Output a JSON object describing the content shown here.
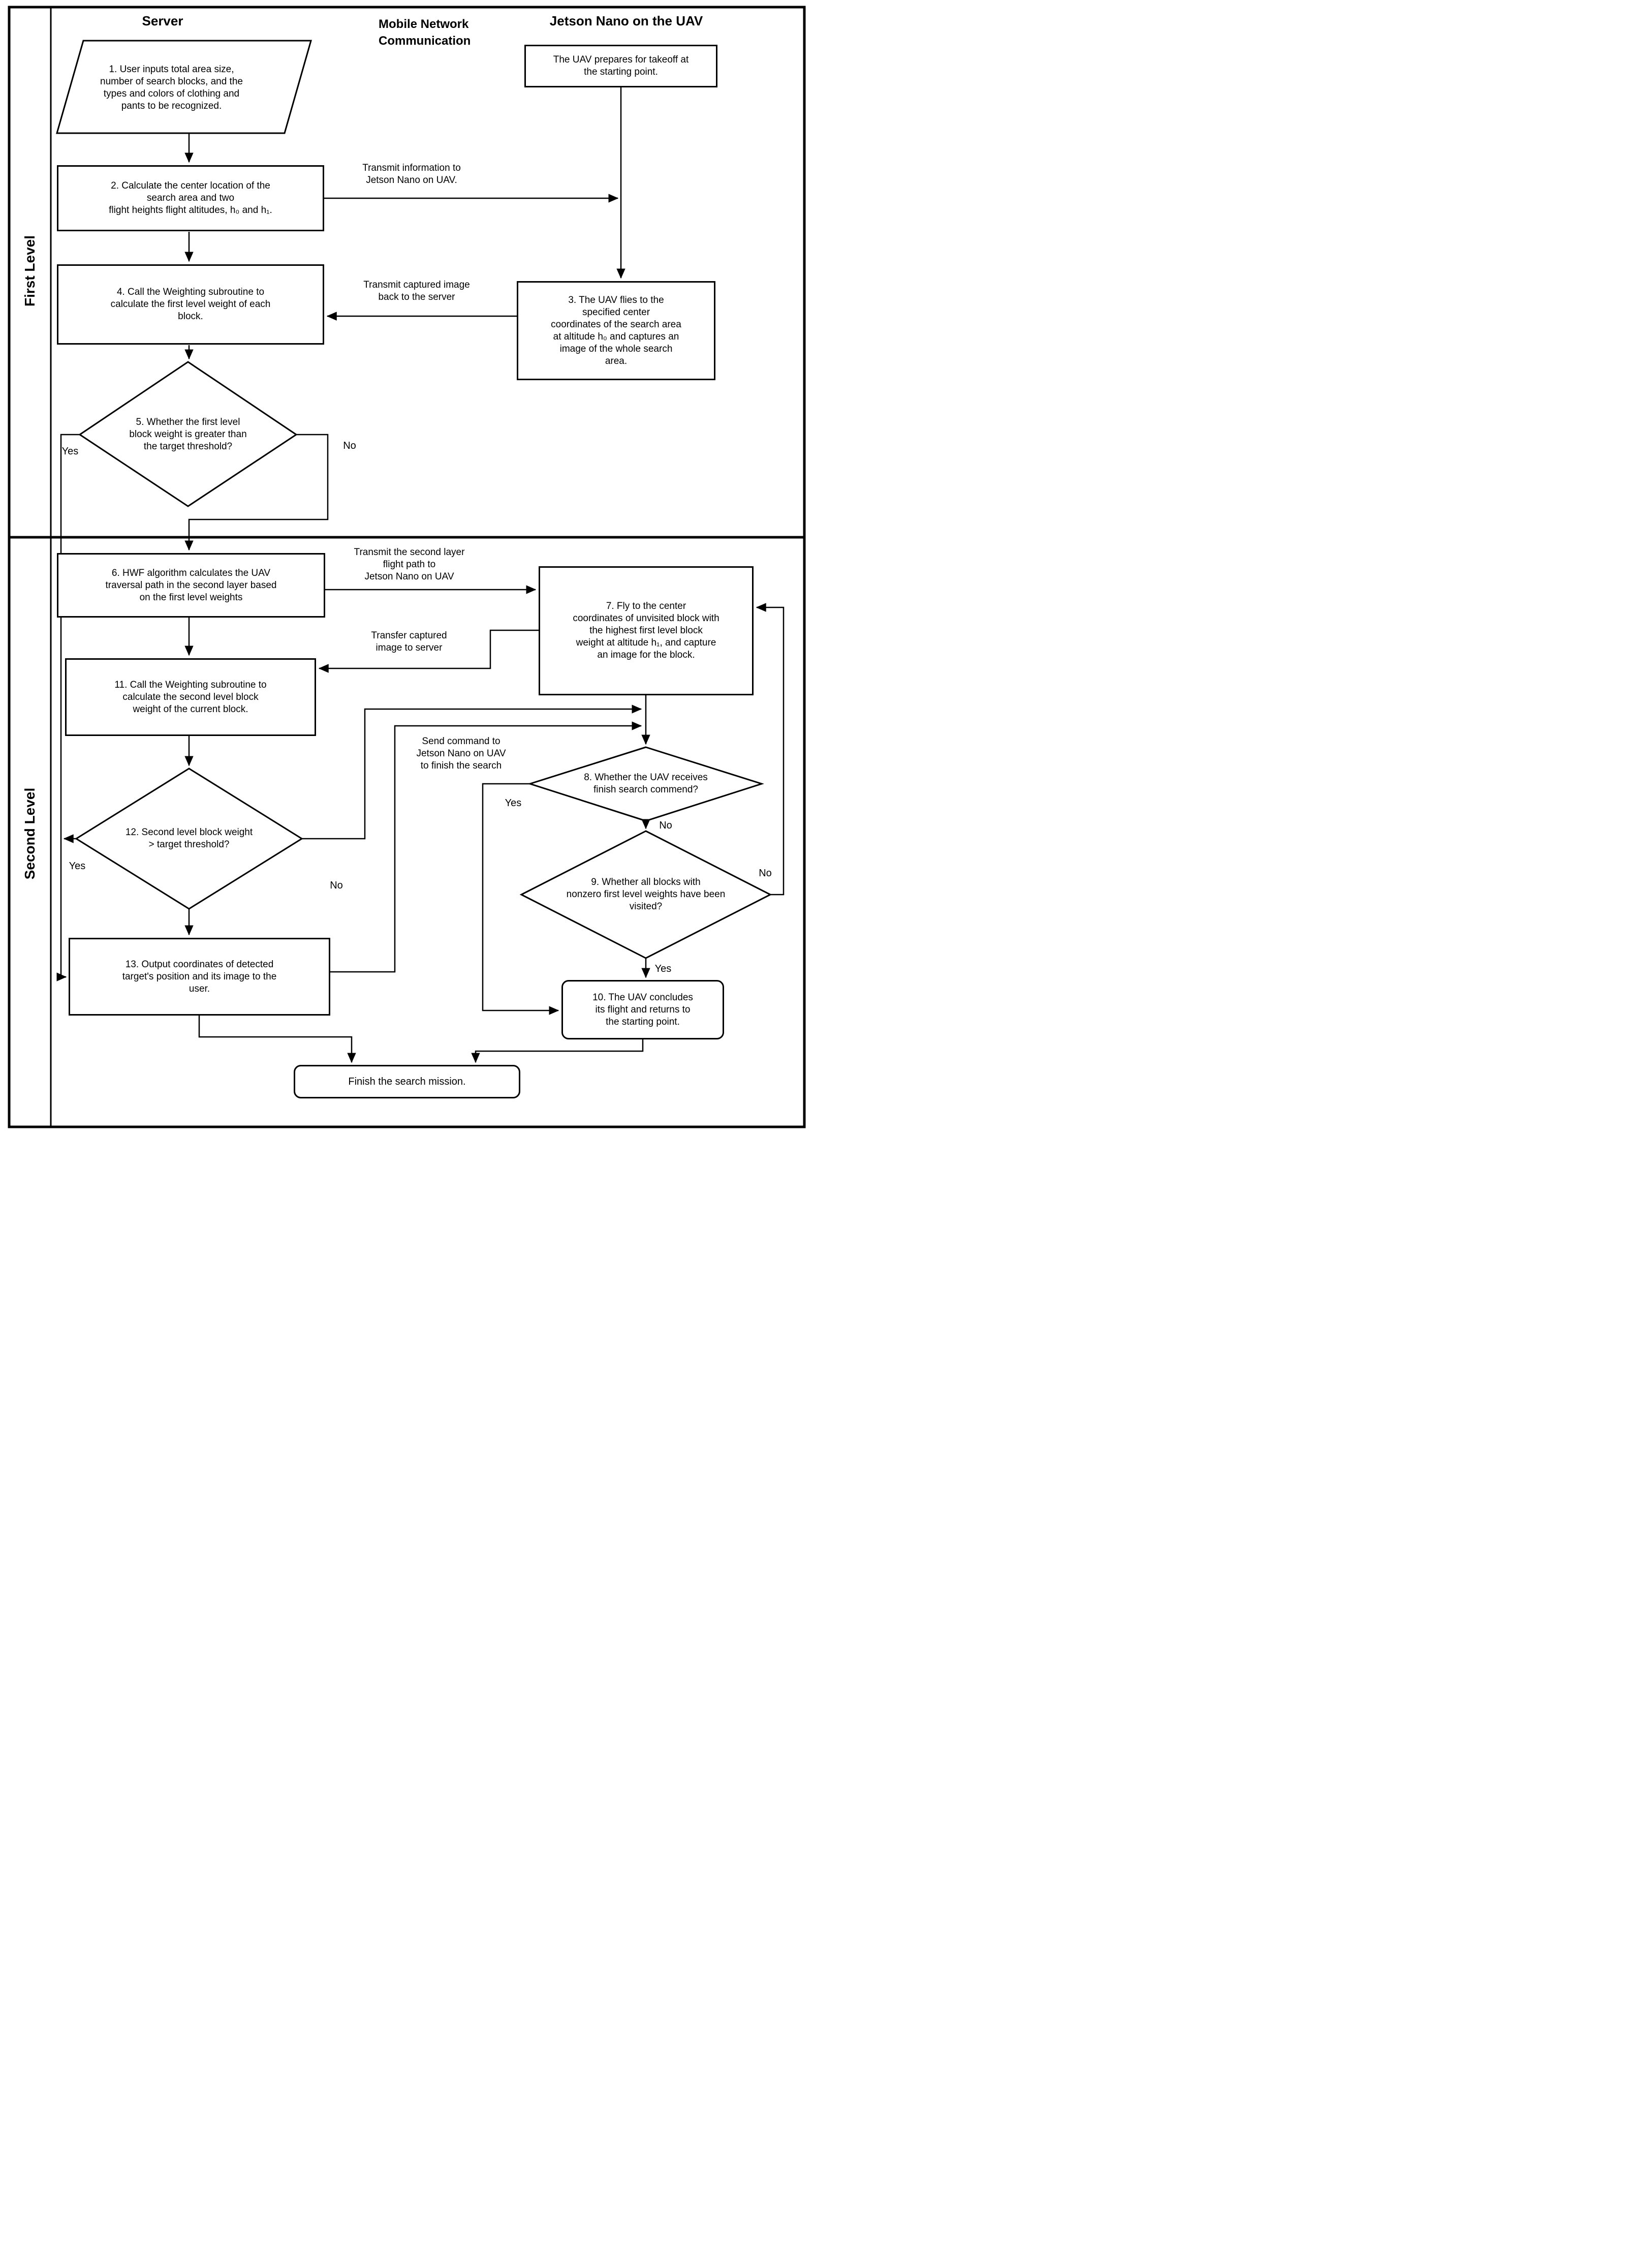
{
  "colors": {
    "ink": "#000000",
    "background": "#ffffff"
  },
  "header": {
    "col_server": "Server",
    "col_mobile": "Mobile Network\nCommunication",
    "col_jetson": "Jetson Nano on the UAV"
  },
  "lanes": {
    "first": "First Level",
    "second": "Second Level"
  },
  "nodes": {
    "n1": "1. User inputs total area size,\nnumber of search blocks, and the\ntypes and colors of clothing and\npants to be recognized.",
    "n2": "2. Calculate the center location of the\nsearch area and two\nflight heights flight altitudes, h₀ and h₁.",
    "n4": "4. Call the Weighting subroutine to\ncalculate the first level weight of each\nblock.",
    "n5": "5. Whether the first level\nblock weight is greater than\nthe target threshold?",
    "uav_prepare": "The UAV prepares for takeoff at\nthe starting point.",
    "n3": "3. The UAV flies to the\nspecified center\ncoordinates of the search area\nat altitude h₀ and captures an\nimage of the whole search\narea.",
    "n6": "6. HWF algorithm calculates the UAV\ntraversal path in the second layer based\non the first level weights",
    "n11": "11. Call the Weighting subroutine to\ncalculate the second level block\nweight of the current block.",
    "n12": "12. Second level block weight\n> target threshold?",
    "n13": "13. Output coordinates of detected\ntarget's position and its image to the\nuser.",
    "n7": "7. Fly to the center\ncoordinates of unvisited block with\nthe highest first level block\nweight at altitude h₁, and capture\nan image for the block.",
    "n8": "8. Whether the UAV receives\nfinish search commend?",
    "n9": "9. Whether all blocks with\nnonzero first level weights have been\nvisited?",
    "n10": "10. The UAV concludes\nits flight and returns to\nthe starting point.",
    "finish": "Finish the search mission."
  },
  "edge_labels": {
    "transmit_info": "Transmit information to\nJetson Nano on UAV.",
    "transmit_captured": "Transmit captured image\nback to the server",
    "transmit_path": "Transmit the second layer\nflight path to\nJetson Nano on UAV",
    "transfer_image": "Transfer captured\nimage to server",
    "send_command": "Send command to\nJetson Nano on UAV\nto finish the search"
  },
  "decisions": {
    "d5_yes": "Yes",
    "d5_no": "No",
    "d12_yes": "Yes",
    "d12_no": "No",
    "d8_yes": "Yes",
    "d8_no": "No",
    "d9_yes": "Yes",
    "d9_no": "No"
  }
}
